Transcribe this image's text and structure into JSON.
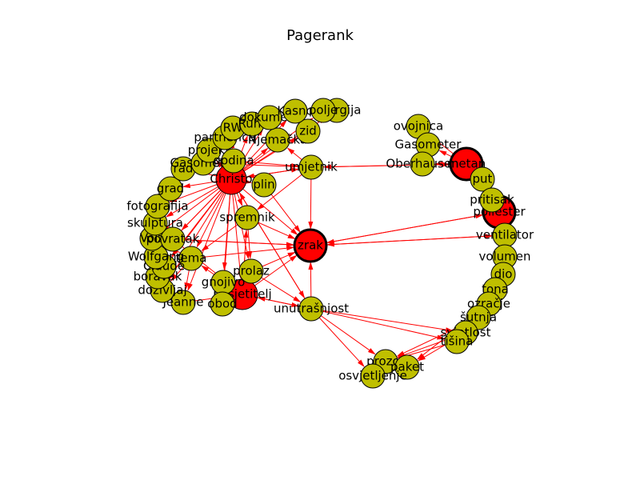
{
  "title": "Pagerank",
  "colors": {
    "edge": "#ff0000",
    "node": "#bfbf00",
    "hub": "#ff0000",
    "outline": "#000000"
  },
  "nodes": [
    {
      "id": "zrak",
      "label": "zrak",
      "kind": "hub-bold"
    },
    {
      "id": "metan",
      "label": "metan",
      "kind": "hub-bold"
    },
    {
      "id": "poliester",
      "label": "poliester",
      "kind": "hub-bold"
    },
    {
      "id": "christo",
      "label": "Christo",
      "kind": "hub"
    },
    {
      "id": "posjetitelj",
      "label": "posjetitelj",
      "kind": "hub"
    },
    {
      "id": "umjetnik",
      "label": "umjetnik",
      "kind": "node"
    },
    {
      "id": "spremnik",
      "label": "spremnik",
      "kind": "node"
    },
    {
      "id": "unutrasnjost",
      "label": "unutrašnjost",
      "kind": "node"
    },
    {
      "id": "plin",
      "label": "plin",
      "kind": "node"
    },
    {
      "id": "prolaz",
      "label": "prolaz",
      "kind": "node"
    },
    {
      "id": "gnojivo",
      "label": "gnojivo",
      "kind": "node"
    },
    {
      "id": "obod",
      "label": "obod",
      "kind": "node"
    },
    {
      "id": "tema",
      "label": "tema",
      "kind": "node"
    },
    {
      "id": "jeanne",
      "label": "Jeanne",
      "kind": "node"
    },
    {
      "id": "dozivljaj",
      "label": "doživljaj",
      "kind": "node"
    },
    {
      "id": "boravak",
      "label": "boravak",
      "kind": "node"
    },
    {
      "id": "claude",
      "label": "Claude",
      "kind": "node"
    },
    {
      "id": "wolfgang",
      "label": "Wolfgang",
      "kind": "node"
    },
    {
      "id": "volz",
      "label": "Volz",
      "kind": "node"
    },
    {
      "id": "povratak",
      "label": "povratak",
      "kind": "node"
    },
    {
      "id": "skulptura",
      "label": "skulptura",
      "kind": "node"
    },
    {
      "id": "fotografija",
      "label": "fotografija",
      "kind": "node"
    },
    {
      "id": "grad",
      "label": "grad",
      "kind": "node"
    },
    {
      "id": "rad",
      "label": "rad",
      "kind": "node"
    },
    {
      "id": "gasometer_l",
      "label": "Gasometer",
      "kind": "node"
    },
    {
      "id": "projekt",
      "label": "projekt",
      "kind": "node"
    },
    {
      "id": "godina",
      "label": "godina",
      "kind": "node"
    },
    {
      "id": "partnerica",
      "label": "partnerica",
      "kind": "node"
    },
    {
      "id": "rw",
      "label": "RW",
      "kind": "node"
    },
    {
      "id": "ruhr",
      "label": "Ruhr",
      "kind": "node"
    },
    {
      "id": "njemacka",
      "label": "Njemačka",
      "kind": "node"
    },
    {
      "id": "dokument",
      "label": "dokument",
      "kind": "node"
    },
    {
      "id": "zid",
      "label": "zid",
      "kind": "node"
    },
    {
      "id": "kasno",
      "label": "Kasno",
      "kind": "node"
    },
    {
      "id": "energija",
      "label": "energija",
      "kind": "node"
    },
    {
      "id": "polje",
      "label": "polje",
      "kind": "node"
    },
    {
      "id": "ovojnica",
      "label": "ovojnica",
      "kind": "node"
    },
    {
      "id": "gasometer_r",
      "label": "Gasometer",
      "kind": "node"
    },
    {
      "id": "oberhausen",
      "label": "Oberhausen",
      "kind": "node"
    },
    {
      "id": "put",
      "label": "put",
      "kind": "node"
    },
    {
      "id": "pritisak",
      "label": "pritisak",
      "kind": "node"
    },
    {
      "id": "ventilator",
      "label": "ventilator",
      "kind": "node"
    },
    {
      "id": "volumen",
      "label": "volumen",
      "kind": "node"
    },
    {
      "id": "dio",
      "label": "dio",
      "kind": "node"
    },
    {
      "id": "tona",
      "label": "tona",
      "kind": "node"
    },
    {
      "id": "ozracje",
      "label": "ozračje",
      "kind": "node"
    },
    {
      "id": "sutnja",
      "label": "šutnja",
      "kind": "node"
    },
    {
      "id": "svjetlost",
      "label": "svjetlost",
      "kind": "node"
    },
    {
      "id": "tisina",
      "label": "tišina",
      "kind": "node"
    },
    {
      "id": "prozor",
      "label": "prozor",
      "kind": "node"
    },
    {
      "id": "paket",
      "label": "paket",
      "kind": "node"
    },
    {
      "id": "osvjetljenje",
      "label": "osvjetljenje",
      "kind": "node"
    }
  ],
  "edges": [
    [
      "christo",
      "zrak"
    ],
    [
      "christo",
      "umjetnik"
    ],
    [
      "christo",
      "spremnik"
    ],
    [
      "christo",
      "unutrasnjost"
    ],
    [
      "christo",
      "posjetitelj"
    ],
    [
      "christo",
      "tema"
    ],
    [
      "christo",
      "povratak"
    ],
    [
      "christo",
      "volz"
    ],
    [
      "christo",
      "skulptura"
    ],
    [
      "christo",
      "fotografija"
    ],
    [
      "christo",
      "grad"
    ],
    [
      "christo",
      "rad"
    ],
    [
      "christo",
      "projekt"
    ],
    [
      "christo",
      "godina"
    ],
    [
      "christo",
      "partnerica"
    ],
    [
      "christo",
      "ruhr"
    ],
    [
      "christo",
      "rw"
    ],
    [
      "christo",
      "njemacka"
    ],
    [
      "christo",
      "dokument"
    ],
    [
      "christo",
      "kasno"
    ],
    [
      "christo",
      "zid"
    ],
    [
      "christo",
      "energija"
    ],
    [
      "christo",
      "polje"
    ],
    [
      "christo",
      "claude"
    ],
    [
      "christo",
      "wolfgang"
    ],
    [
      "christo",
      "jeanne"
    ],
    [
      "christo",
      "dozivljaj"
    ],
    [
      "christo",
      "boravak"
    ],
    [
      "christo",
      "gnojivo"
    ],
    [
      "christo",
      "obod"
    ],
    [
      "christo",
      "plin"
    ],
    [
      "christo",
      "prolaz"
    ],
    [
      "spremnik",
      "zrak"
    ],
    [
      "spremnik",
      "posjetitelj"
    ],
    [
      "spremnik",
      "prolaz"
    ],
    [
      "spremnik",
      "tema"
    ],
    [
      "posjetitelj",
      "zrak"
    ],
    [
      "posjetitelj",
      "spremnik"
    ],
    [
      "posjetitelj",
      "unutrasnjost"
    ],
    [
      "posjetitelj",
      "tema"
    ],
    [
      "umjetnik",
      "christo"
    ],
    [
      "umjetnik",
      "metan"
    ],
    [
      "umjetnik",
      "zrak"
    ],
    [
      "umjetnik",
      "spremnik"
    ],
    [
      "umjetnik",
      "njemacka"
    ],
    [
      "umjetnik",
      "gasometer_l"
    ],
    [
      "metan",
      "umjetnik"
    ],
    [
      "metan",
      "gasometer_r"
    ],
    [
      "metan",
      "ovojnica"
    ],
    [
      "metan",
      "oberhausen"
    ],
    [
      "metan",
      "put"
    ],
    [
      "poliester",
      "zrak"
    ],
    [
      "poliester",
      "ventilator"
    ],
    [
      "poliester",
      "pritisak"
    ],
    [
      "zrak",
      "poliester"
    ],
    [
      "zrak",
      "ventilator"
    ],
    [
      "ventilator",
      "zrak"
    ],
    [
      "tema",
      "zrak"
    ],
    [
      "tema",
      "jeanne"
    ],
    [
      "tema",
      "dozivljaj"
    ],
    [
      "tema",
      "boravak"
    ],
    [
      "tema",
      "volz"
    ],
    [
      "povratak",
      "zrak"
    ],
    [
      "povratak",
      "posjetitelj"
    ],
    [
      "volz",
      "zrak"
    ],
    [
      "unutrasnjost",
      "zrak"
    ],
    [
      "unutrasnjost",
      "christo"
    ],
    [
      "unutrasnjost",
      "posjetitelj"
    ],
    [
      "unutrasnjost",
      "svjetlost"
    ],
    [
      "unutrasnjost",
      "tisina"
    ],
    [
      "unutrasnjost",
      "prozor"
    ],
    [
      "unutrasnjost",
      "osvjetljenje"
    ],
    [
      "svjetlost",
      "paket"
    ],
    [
      "svjetlost",
      "prozor"
    ],
    [
      "tisina",
      "prozor"
    ],
    [
      "sutnja",
      "prozor"
    ],
    [
      "ozracje",
      "paket"
    ],
    [
      "prozor",
      "paket"
    ],
    [
      "prolaz",
      "zrak"
    ],
    [
      "prolaz",
      "posjetitelj"
    ],
    [
      "prolaz",
      "unutrasnjost"
    ],
    [
      "gnojivo",
      "posjetitelj"
    ],
    [
      "obod",
      "posjetitelj"
    ],
    [
      "jeanne",
      "posjetitelj"
    ],
    [
      "plin",
      "zrak"
    ],
    [
      "godina",
      "umjetnik"
    ]
  ]
}
